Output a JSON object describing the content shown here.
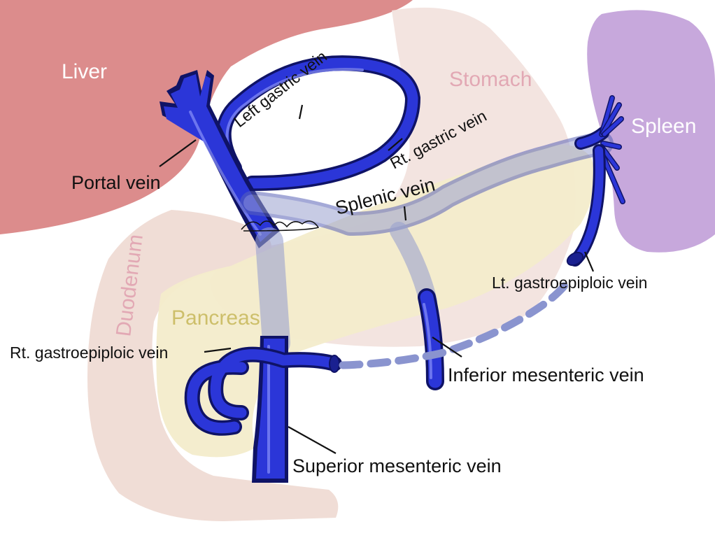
{
  "organs": {
    "liver": "Liver",
    "stomach": "Stomach",
    "spleen": "Spleen",
    "duodenum": "Duodenum",
    "pancreas": "Pancreas"
  },
  "veins": {
    "portal": "Portal vein",
    "left_gastric": "Left gastric vein",
    "rt_gastric": "Rt. gastric vein",
    "splenic": "Splenic vein",
    "lt_gastroepiploic": "Lt. gastroepiploic vein",
    "rt_gastroepiploic": "Rt. gastroepiploic vein",
    "inferior_mesenteric": "Inferior mesenteric vein",
    "superior_mesenteric": "Superior mesenteric vein"
  },
  "colors": {
    "liver": "#dc8c8c",
    "stomach": "#f2e3de",
    "spleen": "#c7a8dc",
    "duodenum": "#f0ddd6",
    "pancreas": "#f3eccb",
    "vein": "#2b36d8",
    "vein_dark": "#0f1366",
    "vein_highlight": "#7d86f5",
    "vein_faded": "#9aa1cf"
  }
}
